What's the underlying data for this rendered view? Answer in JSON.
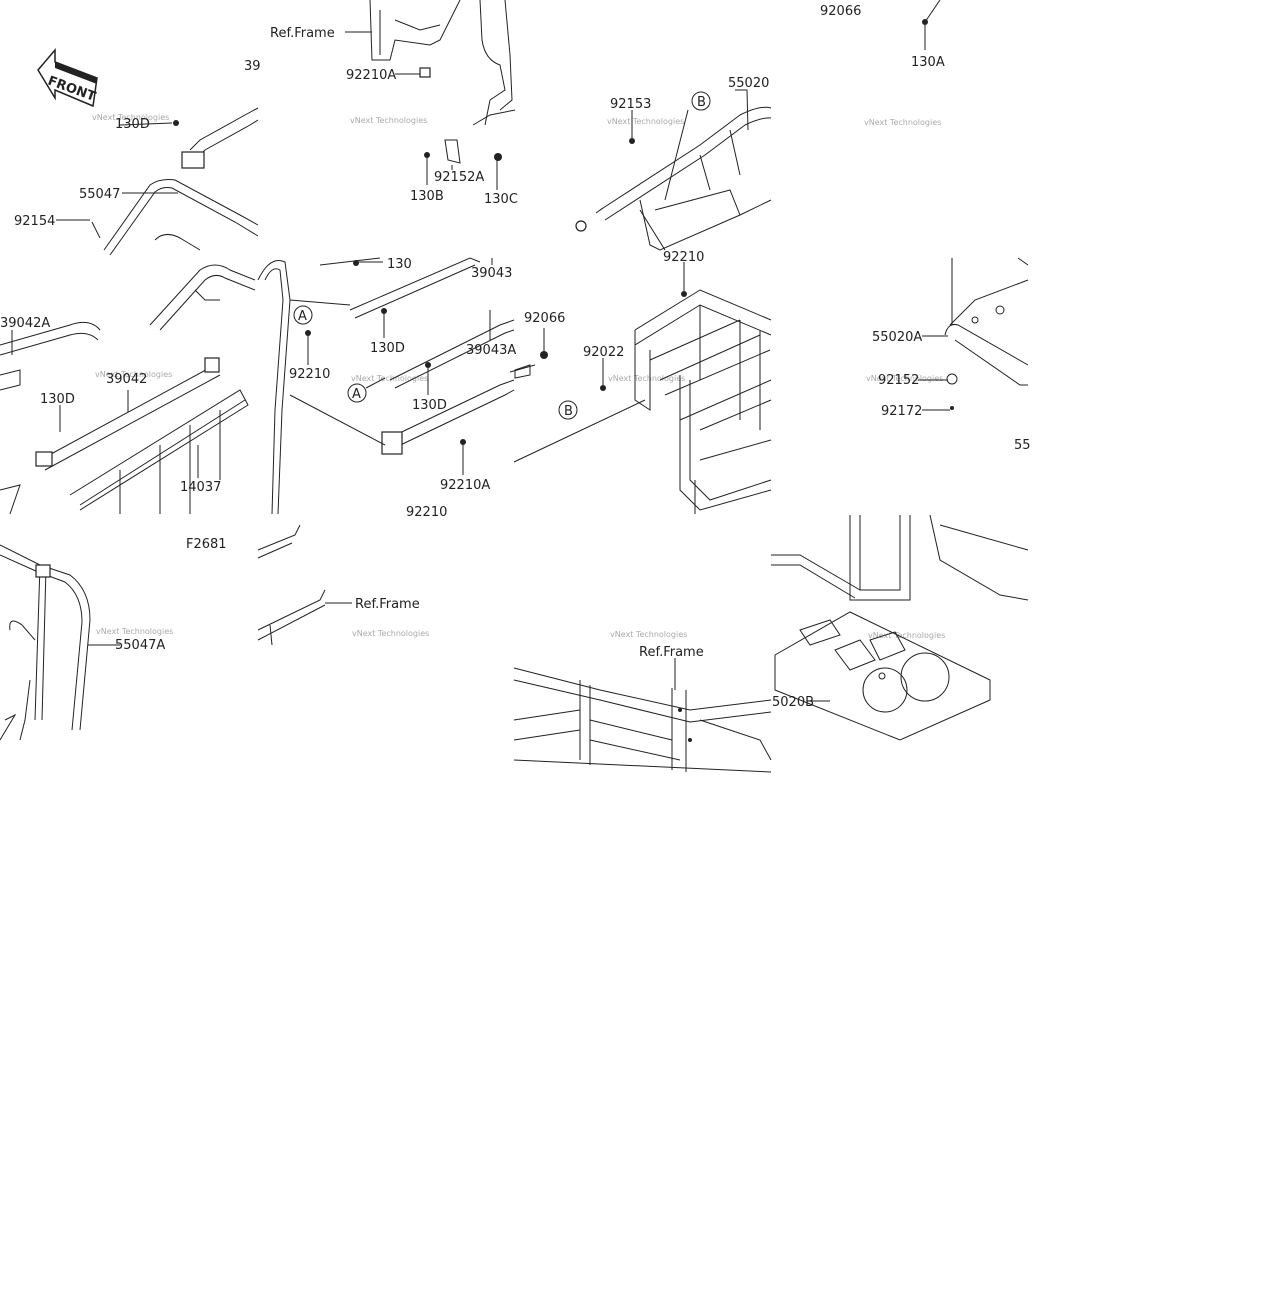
{
  "watermark": "vNext Technologies",
  "front_label": "FRONT",
  "figure_code": "F2681",
  "callout_letters": [
    "A",
    "B"
  ],
  "ref_frame": "Ref.Frame",
  "part_labels": [
    "130D",
    "55047",
    "92154",
    "39",
    "Ref.Frame",
    "92210A",
    "92152A",
    "130B",
    "130C",
    "92153",
    "55020",
    "92066",
    "130A",
    "39042A",
    "39042",
    "130D",
    "14037",
    "130",
    "39043",
    "39043A",
    "130D",
    "92210",
    "130D",
    "92210A",
    "92210",
    "92066",
    "92022",
    "92210",
    "55020A",
    "92152",
    "92172",
    "55",
    "F2681",
    "55047A",
    "Ref.Frame",
    "Ref.Frame",
    "5020B"
  ]
}
